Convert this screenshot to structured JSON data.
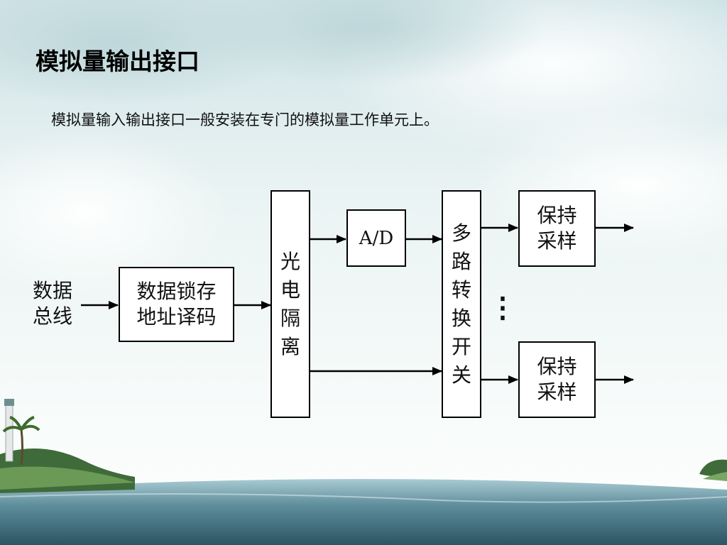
{
  "slide": {
    "title": "模拟量输出接口",
    "subtitle": "模拟量输入输出接口一般安装在专门的模拟量工作单元上。"
  },
  "diagram": {
    "input_label_line1": "数据",
    "input_label_line2": "总线",
    "latch_line1": "数据锁存",
    "latch_line2": "地址译码",
    "isolation_chars": [
      "光",
      "电",
      "隔",
      "离"
    ],
    "adc": "A/D",
    "mux_chars": [
      "多",
      "路",
      "转",
      "换",
      "开",
      "关"
    ],
    "sh1_line1": "保持",
    "sh1_line2": "采样",
    "sh2_line1": "保持",
    "sh2_line2": "采样",
    "ellipsis": "⋮"
  }
}
